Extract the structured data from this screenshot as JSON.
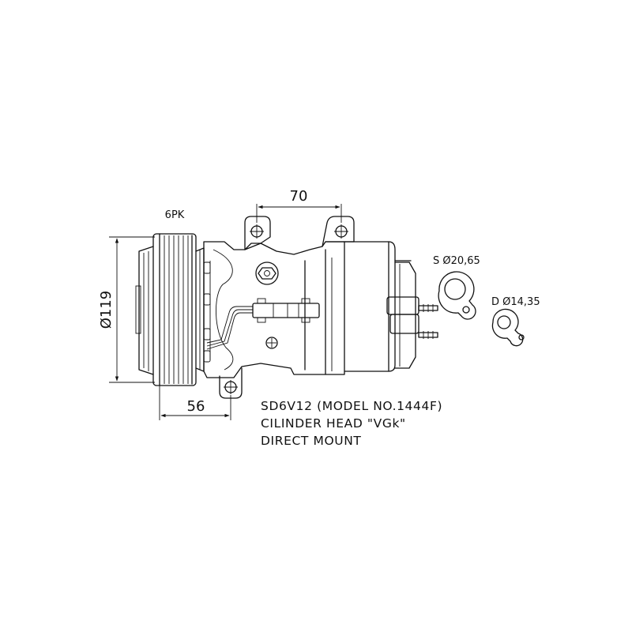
{
  "dimensions": {
    "top_width": "70",
    "pulley_diameter": "Ø119",
    "mount_offset": "56"
  },
  "pulley": {
    "belt_type": "6PK"
  },
  "fittings": {
    "suction": "S Ø20,65",
    "discharge": "D Ø14,35"
  },
  "notes": {
    "line1": "SD6V12 (MODEL NO.1444F)",
    "line2": "CILINDER HEAD \"VGk\"",
    "line3": "DIRECT MOUNT"
  }
}
